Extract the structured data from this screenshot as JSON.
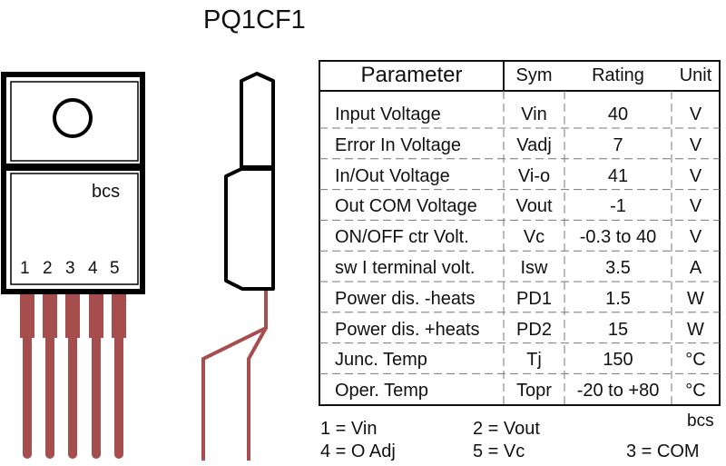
{
  "title": "PQ1CF1",
  "package": {
    "brand": "bcs",
    "pin_numbers": [
      "1",
      "2",
      "3",
      "4",
      "5"
    ],
    "lead_color": "#a64e4e"
  },
  "table": {
    "headers": {
      "parameter": "Parameter",
      "sym": "Sym",
      "rating": "Rating",
      "unit": "Unit"
    },
    "rows": [
      {
        "parameter": "Input Voltage",
        "sym": "Vin",
        "rating": "40",
        "unit": "V"
      },
      {
        "parameter": "Error In Voltage",
        "sym": "Vadj",
        "rating": "7",
        "unit": "V"
      },
      {
        "parameter": "In/Out Voltage",
        "sym": "Vi-o",
        "rating": "41",
        "unit": "V"
      },
      {
        "parameter": "Out COM Voltage",
        "sym": "Vout",
        "rating": "-1",
        "unit": "V"
      },
      {
        "parameter": "ON/OFF ctr Volt.",
        "sym": "Vc",
        "rating": "-0.3 to 40",
        "unit": "V"
      },
      {
        "parameter": "sw I terminal volt.",
        "sym": "Isw",
        "rating": "3.5",
        "unit": "A"
      },
      {
        "parameter": "Power dis. -heats",
        "sym": "PD1",
        "rating": "1.5",
        "unit": "W"
      },
      {
        "parameter": "Power dis. +heats",
        "sym": "PD2",
        "rating": "15",
        "unit": "W"
      },
      {
        "parameter": "Junc. Temp",
        "sym": "Tj",
        "rating": "150",
        "unit": "°C"
      },
      {
        "parameter": "Oper. Temp",
        "sym": "Topr",
        "rating": "-20 to +80",
        "unit": "°C"
      }
    ]
  },
  "pinout": {
    "pin1": "1 = Vin",
    "pin2": "2 = Vout",
    "pin3": "3 = COM",
    "pin4": "4 = O Adj",
    "pin5": "5 = Vc",
    "brand": "bcs"
  }
}
